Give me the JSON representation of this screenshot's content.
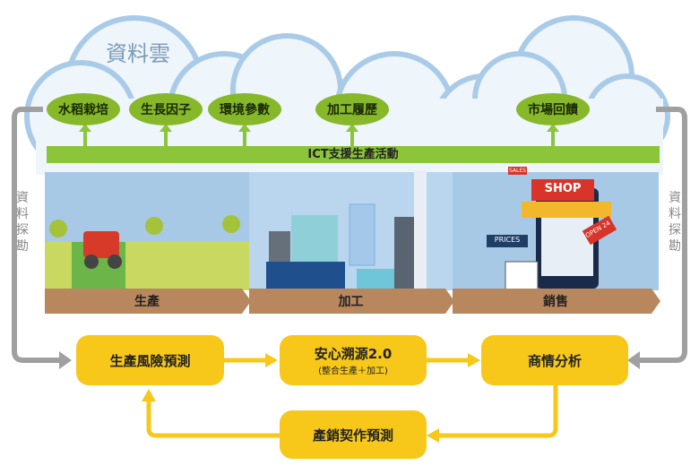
{
  "cloud": {
    "title": "資料雲",
    "nodes": [
      "水稻栽培",
      "生長因子",
      "環境參數",
      "加工履歷",
      "市場回饋"
    ],
    "bar": "ICT支援生產活動"
  },
  "side": {
    "left": "資料探勘",
    "right": "資料探勘"
  },
  "stages": [
    "生產",
    "加工",
    "銷售"
  ],
  "shop": {
    "sign": "SHOP",
    "prices": "PRICES",
    "sales": "SALES",
    "open": "OPEN 24"
  },
  "flow": {
    "risk": "生產風險預測",
    "trace": "安心溯源2.0",
    "trace_sub": "(整合生產＋加工)",
    "market": "商情分析",
    "contract": "產銷契作預測"
  },
  "colors": {
    "green": "#8cc43a",
    "yellow": "#f7c81a",
    "brown": "#b8875e",
    "gray": "#a0a0a0"
  }
}
